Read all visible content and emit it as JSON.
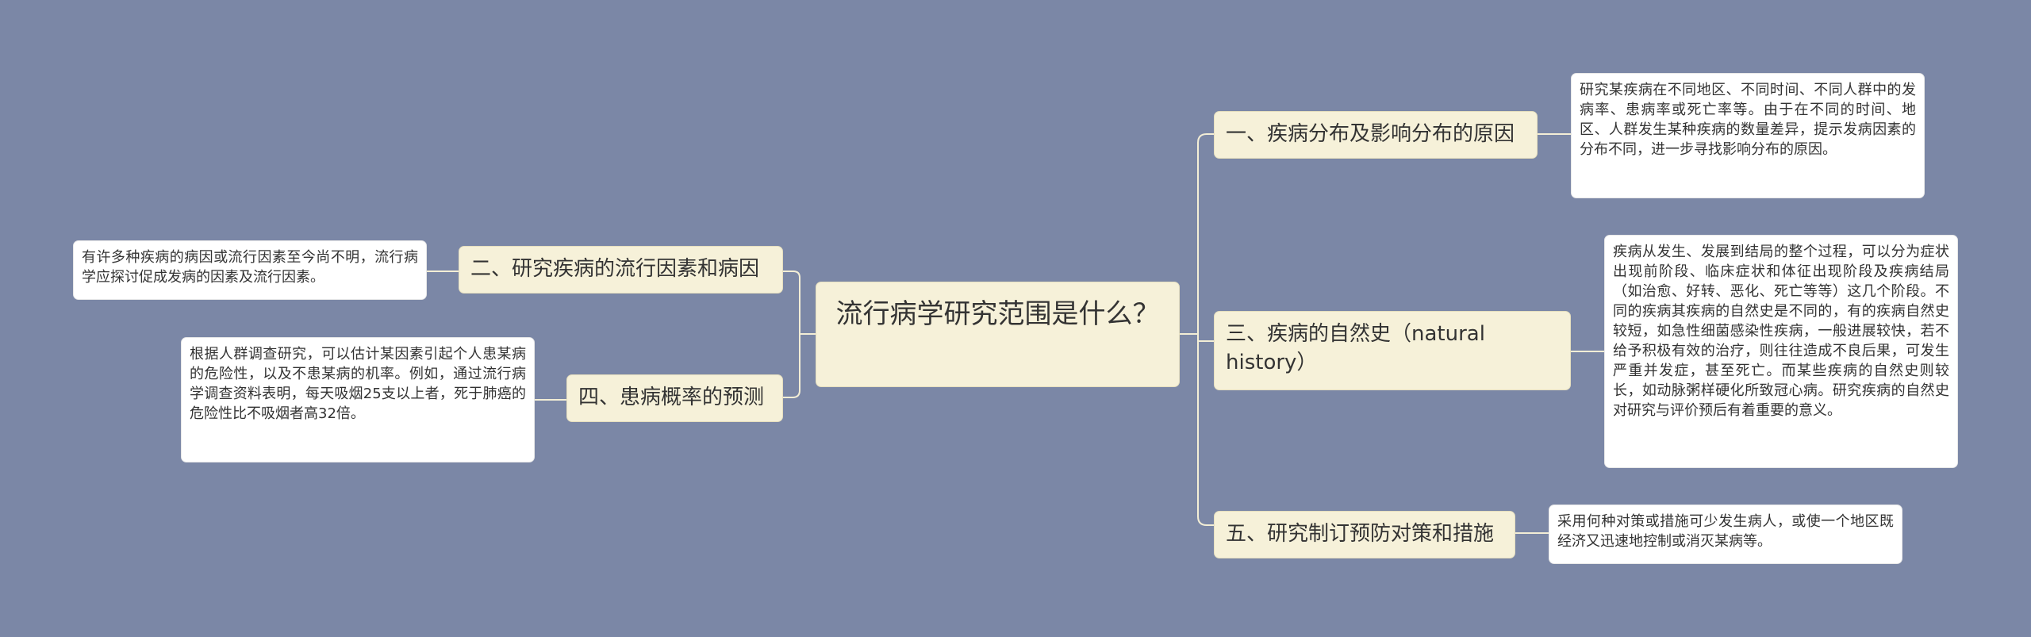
{
  "center": {
    "title": "流行病学研究范围是什么？"
  },
  "branches": [
    {
      "label": "一、疾病分布及影响分布的原因",
      "detail": "研究某疾病在不同地区、不同时间、不同人群中的发病率、患病率或死亡率等。由于在不同的时间、地区、人群发生某种疾病的数量差异，提示发病因素的分布不同，进一步寻找影响分布的原因。"
    },
    {
      "label": "二、研究疾病的流行因素和病因",
      "detail": "有许多种疾病的病因或流行因素至今尚不明，流行病学应探讨促成发病的因素及流行因素。"
    },
    {
      "label": "三、疾病的自然史（natural history）",
      "detail": "疾病从发生、发展到结局的整个过程，可以分为症状出现前阶段、临床症状和体征出现阶段及疾病结局（如治愈、好转、恶化、死亡等等）这几个阶段。不同的疾病其疾病的自然史是不同的，有的疾病自然史较短，如急性细菌感染性疾病，一般进展较快，若不给予积极有效的治疗，则往往造成不良后果，可发生严重并发症，甚至死亡。而某些疾病的自然史则较长，如动脉粥样硬化所致冠心病。研究疾病的自然史对研究与评价预后有着重要的意义。"
    },
    {
      "label": "四、患病概率的预测",
      "detail": "根据人群调查研究，可以估计某因素引起个人患某病的危险性，以及不患某病的机率。例如，通过流行病学调查资料表明，每天吸烟25支以上者，死于肺癌的危险性比不吸烟者高32倍。"
    },
    {
      "label": "五、研究制订预防对策和措施",
      "detail": "采用何种对策或措施可少发生病人，或使一个地区既经济又迅速地控制或消灭某病等。"
    }
  ],
  "colors": {
    "background": "#7b87a6",
    "node_fill": "#f6f1d9",
    "leaf_fill": "#ffffff",
    "connector": "#f3eed6"
  }
}
